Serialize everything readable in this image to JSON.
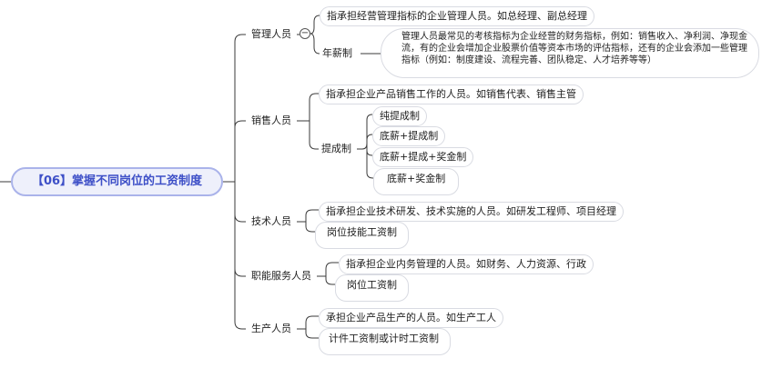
{
  "root": {
    "label": "【06】掌握不同岗位的工资制度"
  },
  "branches": [
    {
      "label": "管理人员",
      "desc": "指承担经营管理指标的企业管理人员。如总经理、副总经理",
      "sub_label": "年薪制",
      "sub_desc": "管理人员最常见的考核指标为企业经营的财务指标，例如：销售收入、净利润、净现金流，有的企业会增加企业股票价值等资本市场的评估指标，还有的企业会添加一些管理指标（例如：制度建设、流程完善、团队稳定、人才培养等等）"
    },
    {
      "label": "销售人员",
      "desc": "指承担企业产品销售工作的人员。如销售代表、销售主管",
      "sub_label": "提成制",
      "options": [
        "纯提成制",
        "底薪+提成制",
        "底薪+提成+奖金制",
        "底薪+奖金制"
      ]
    },
    {
      "label": "技术人员",
      "desc": "指承担企业技术研发、技术实施的人员。如研发工程师、项目经理",
      "system": "岗位技能工资制"
    },
    {
      "label": "职能服务人员",
      "desc": "指承担企业内务管理的人员。如财务、人力资源、行政",
      "system": "岗位工资制"
    },
    {
      "label": "生产人员",
      "desc": "承担企业产品生产的人员。如生产工人",
      "system": "计件工资制或计时工资制"
    }
  ],
  "colors": {
    "line": "#3a3a3a",
    "root_border": "#aab3ea",
    "root_fill": "#eef0fb",
    "root_text": "#3d4fc7",
    "bubble_border": "#d9dbe2"
  }
}
